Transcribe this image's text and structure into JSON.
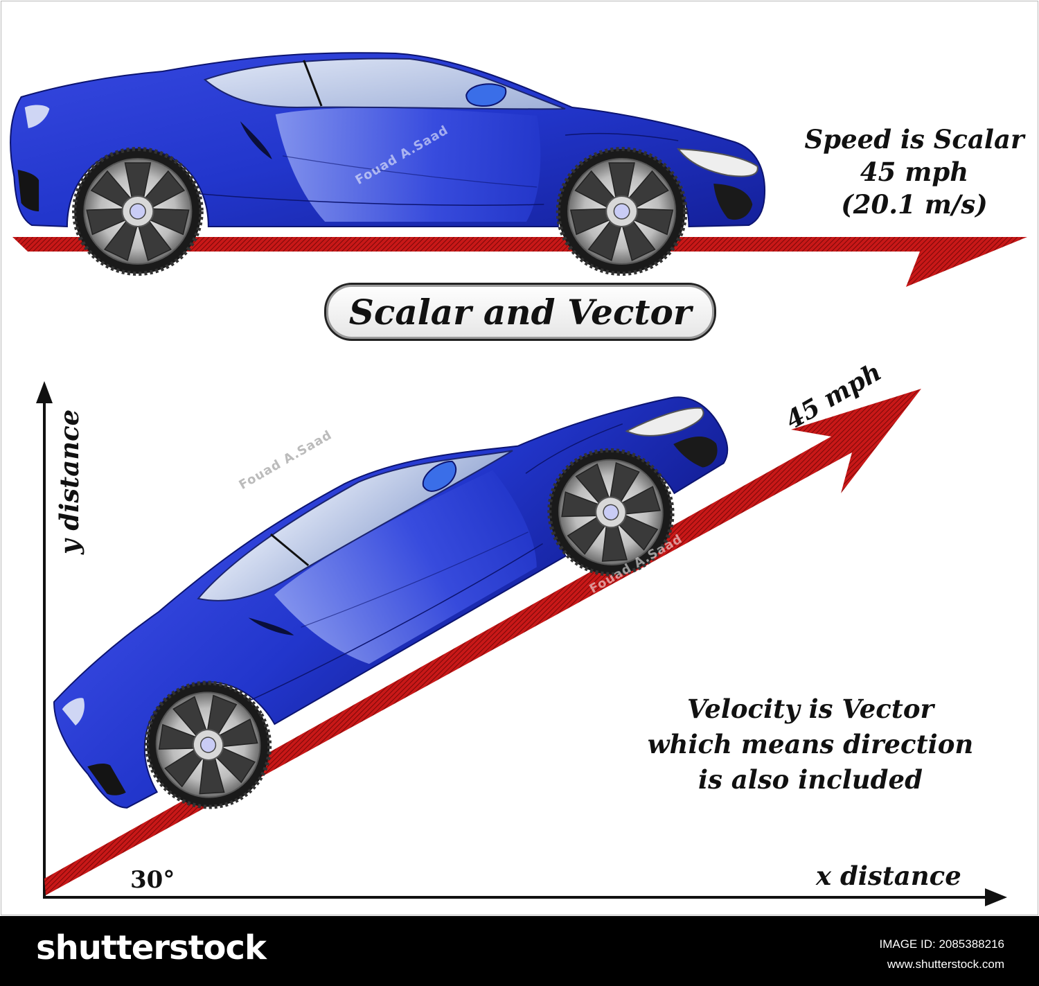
{
  "title": "Scalar and Vector",
  "top_panel": {
    "line1": "Speed is Scalar",
    "line2": "45 mph",
    "line3": "(20.1 m/s)"
  },
  "bottom_panel": {
    "arrow_label": "45 mph",
    "angle_label": "30°",
    "x_axis_label": "x distance",
    "y_axis_label": "y distance",
    "line1": "Velocity is Vector",
    "line2": "which means direction",
    "line3": "is also included"
  },
  "watermark": {
    "author": "Fouad A.Saad"
  },
  "footer": {
    "logo": "shutterstock",
    "image_id": "IMAGE ID: 2085388216",
    "site": "www.shutterstock.com"
  },
  "colors": {
    "car_body": "#2233cc",
    "arrow": "#c81818",
    "axis": "#111111",
    "footer_bg": "#000000"
  }
}
